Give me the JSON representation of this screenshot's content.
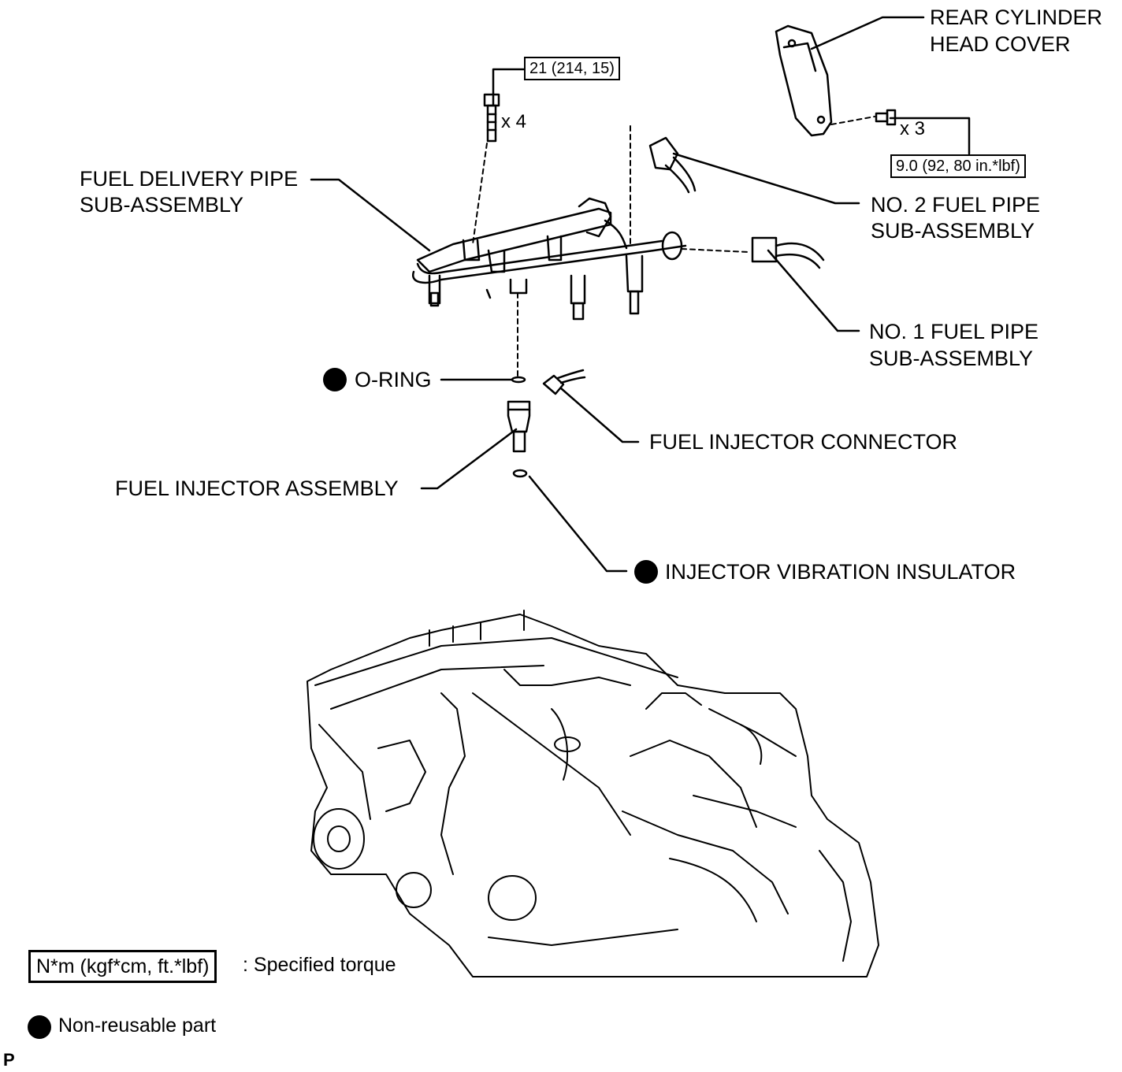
{
  "labels": {
    "rear_cover": [
      "REAR CYLINDER",
      "HEAD COVER"
    ],
    "delivery_pipe": [
      "FUEL DELIVERY PIPE",
      "SUB-ASSEMBLY"
    ],
    "no2_pipe": [
      "NO. 2 FUEL PIPE",
      "SUB-ASSEMBLY"
    ],
    "no1_pipe": [
      "NO. 1 FUEL PIPE",
      "SUB-ASSEMBLY"
    ],
    "o_ring": "O-RING",
    "injector_connector": "FUEL INJECTOR CONNECTOR",
    "injector_assembly": "FUEL INJECTOR ASSEMBLY",
    "vibration_insulator": "INJECTOR VIBRATION INSULATOR"
  },
  "torques": {
    "delivery_pipe_bolt": "21 (214, 15)",
    "cover_bolt": "9.0 (92, 80 in.*lbf)"
  },
  "quantities": {
    "delivery_pipe_bolt": "x 4",
    "cover_bolt": "x 3"
  },
  "legend": {
    "torque_box": "N*m (kgf*cm, ft.*lbf)",
    "torque_text": ": Specified torque",
    "nonreusable_text": "Non-reusable part"
  },
  "footer_mark": "P",
  "icons": {
    "nonreusable": "filled-circle-icon"
  }
}
